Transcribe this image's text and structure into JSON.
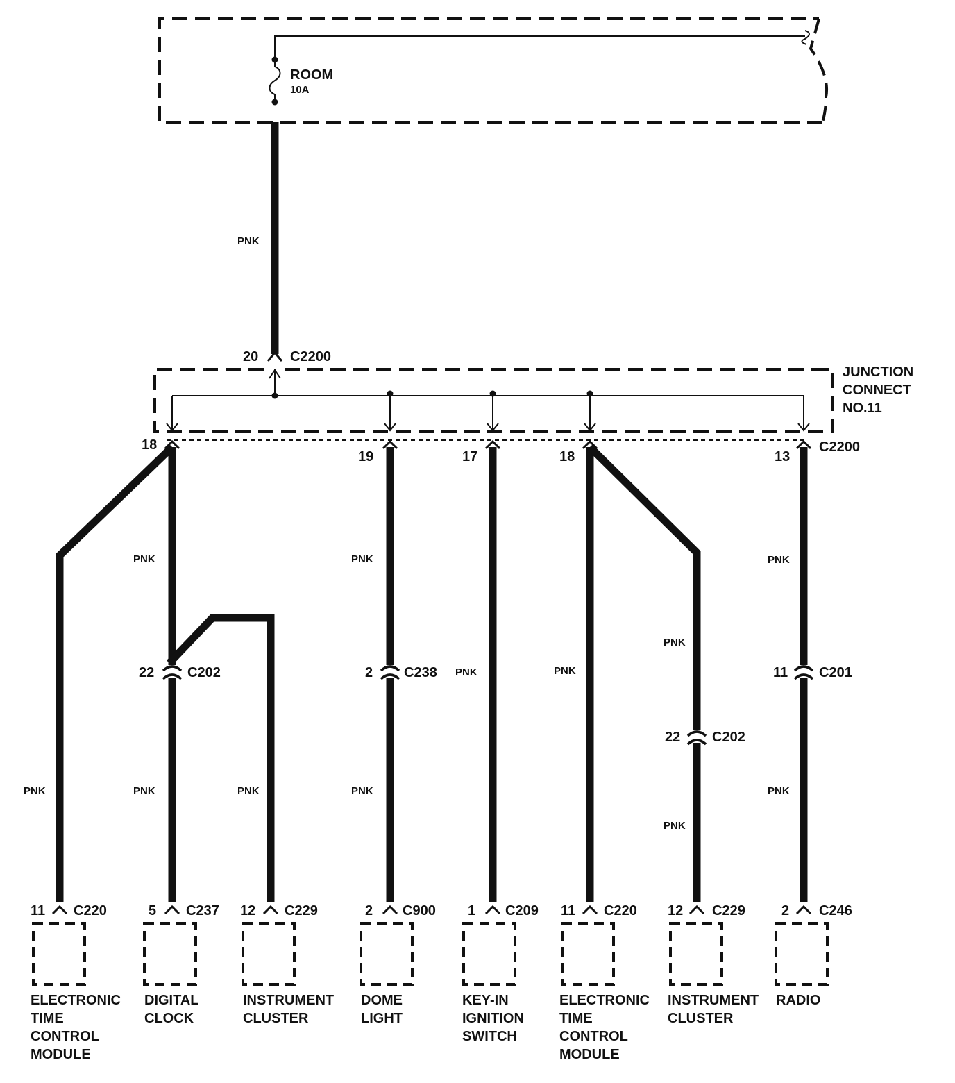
{
  "fuse": {
    "name": "ROOM",
    "rating": "10A"
  },
  "junction": {
    "lines": [
      "JUNCTION",
      "CONNECT",
      "NO.11"
    ]
  },
  "wire_color": "PNK",
  "top_connector": {
    "pin": "20",
    "id": "C2200"
  },
  "junction_pins": [
    {
      "pin": "18",
      "id": ""
    },
    {
      "pin": "19",
      "id": ""
    },
    {
      "pin": "17",
      "id": ""
    },
    {
      "pin": "18",
      "id": ""
    },
    {
      "pin": "13",
      "id": "C2200"
    }
  ],
  "inline_connectors": [
    {
      "pin": "22",
      "id": "C202"
    },
    {
      "pin": "2",
      "id": "C238"
    },
    {
      "pin": "22",
      "id": "C202"
    },
    {
      "pin": "11",
      "id": "C201"
    }
  ],
  "components": [
    {
      "pin": "11",
      "connector": "C220",
      "lines": [
        "ELECTRONIC",
        "TIME",
        "CONTROL",
        "MODULE"
      ]
    },
    {
      "pin": "5",
      "connector": "C237",
      "lines": [
        "DIGITAL",
        "CLOCK"
      ]
    },
    {
      "pin": "12",
      "connector": "C229",
      "lines": [
        "INSTRUMENT",
        "CLUSTER"
      ]
    },
    {
      "pin": "2",
      "connector": "C900",
      "lines": [
        "DOME",
        "LIGHT"
      ]
    },
    {
      "pin": "1",
      "connector": "C209",
      "lines": [
        "KEY-IN",
        "IGNITION",
        "SWITCH"
      ]
    },
    {
      "pin": "11",
      "connector": "C220",
      "lines": [
        "ELECTRONIC",
        "TIME",
        "CONTROL",
        "MODULE"
      ]
    },
    {
      "pin": "12",
      "connector": "C229",
      "lines": [
        "INSTRUMENT",
        "CLUSTER"
      ]
    },
    {
      "pin": "2",
      "connector": "C246",
      "lines": [
        "RADIO"
      ]
    }
  ]
}
